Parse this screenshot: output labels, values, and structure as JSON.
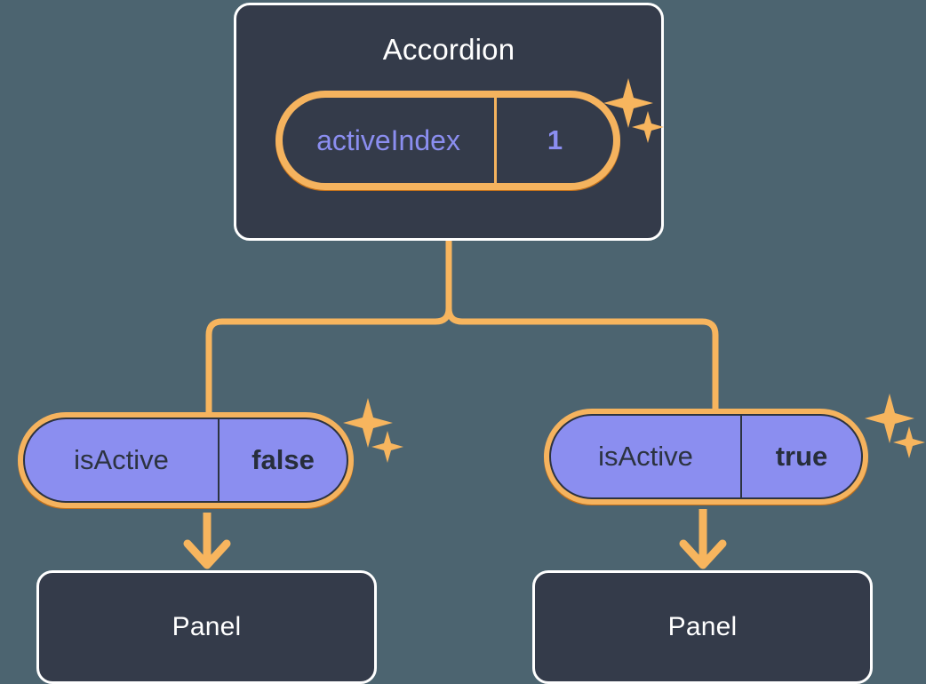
{
  "theme": {
    "background": "#4c6470",
    "card_bg": "#343b4a",
    "card_border": "#ffffff",
    "pill_border_light": "#f5b35e",
    "pill_border_dark": "#c2701a",
    "pill_fill_purple": "#8b8ef0",
    "connector": "#f7b55e",
    "accent_text": "#8b8ef0",
    "dark_text": "#2c3340"
  },
  "diagram": {
    "type": "component-state-tree",
    "root": {
      "title": "Accordion",
      "state": {
        "key": "activeIndex",
        "value": "1"
      }
    },
    "branches": [
      {
        "prop": {
          "key": "isActive",
          "value": "false"
        },
        "child": {
          "title": "Panel"
        }
      },
      {
        "prop": {
          "key": "isActive",
          "value": "true"
        },
        "child": {
          "title": "Panel"
        }
      }
    ]
  },
  "icons": {
    "sparkle_large": "four-pointed-star",
    "sparkle_small": "four-pointed-star-small",
    "arrow": "arrow-down"
  }
}
